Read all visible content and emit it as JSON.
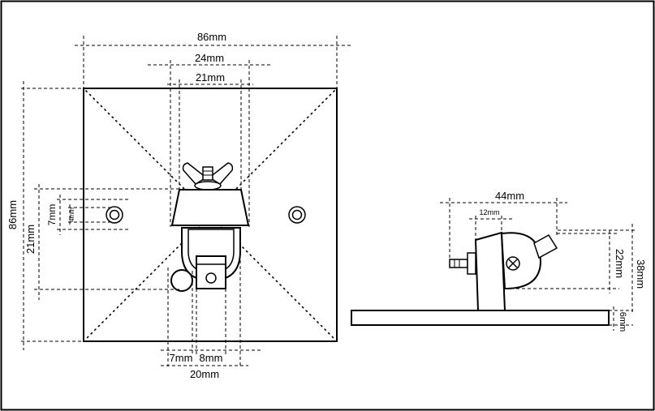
{
  "labels": {
    "front_width": "86mm",
    "front_height": "86mm",
    "top_outer": "24mm",
    "top_inner": "21mm",
    "left_outer": "21mm",
    "left_inner": "7mm",
    "left_small": "4mm",
    "bottom_a": "7mm",
    "bottom_b": "8mm",
    "bottom_c": "20mm",
    "side_width": "44mm",
    "side_small": "12mm",
    "side_h1": "22mm",
    "side_h2": "38mm",
    "side_base": "6mm"
  }
}
